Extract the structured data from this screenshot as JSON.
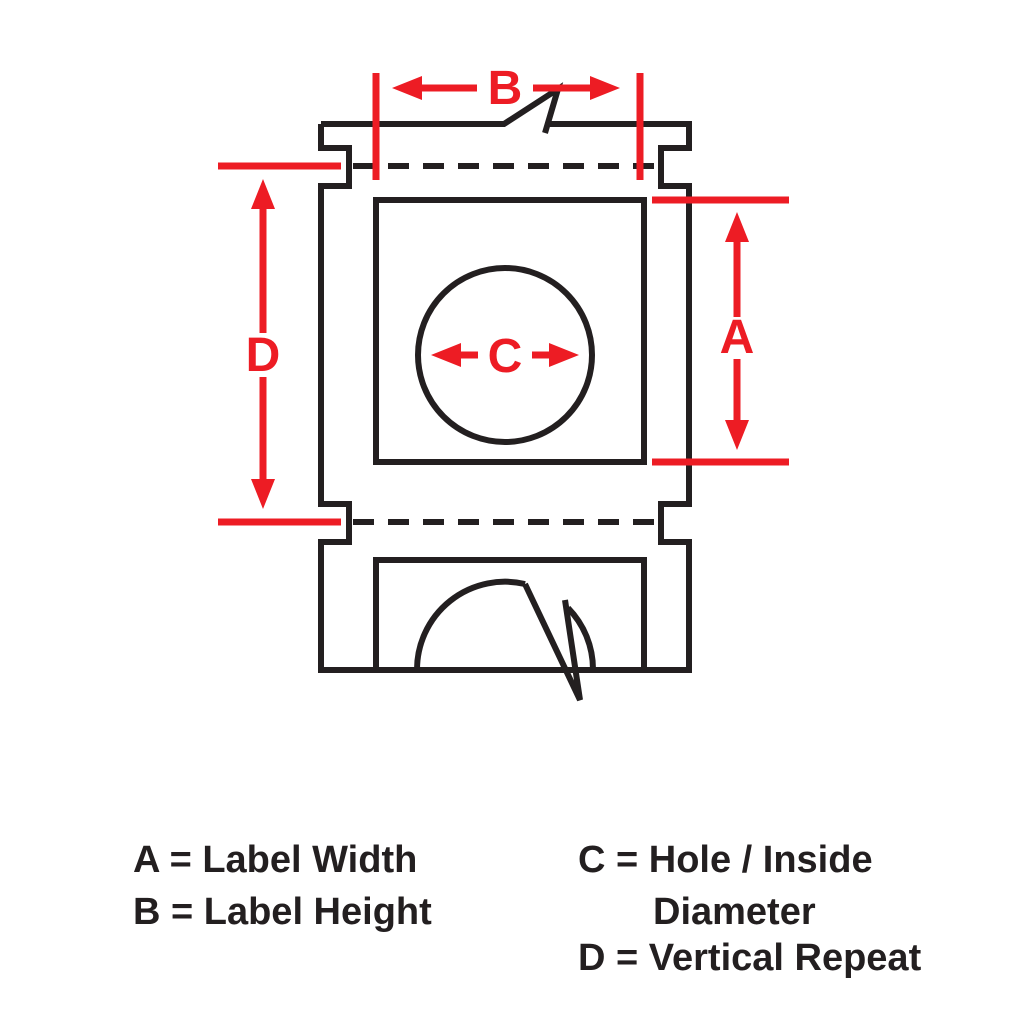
{
  "colors": {
    "line": "#231F20",
    "dimension": "#ED1C24",
    "background": "#FFFFFF"
  },
  "diagram": {
    "dimension_labels": {
      "a": "A",
      "b": "B",
      "c": "C",
      "d": "D"
    }
  },
  "legend": {
    "left": [
      {
        "text": "A = Label Width"
      },
      {
        "text": "B = Label Height"
      }
    ],
    "right": [
      {
        "text": "C = Hole / Inside"
      },
      {
        "text": "Diameter"
      },
      {
        "text": "D = Vertical Repeat"
      }
    ]
  }
}
